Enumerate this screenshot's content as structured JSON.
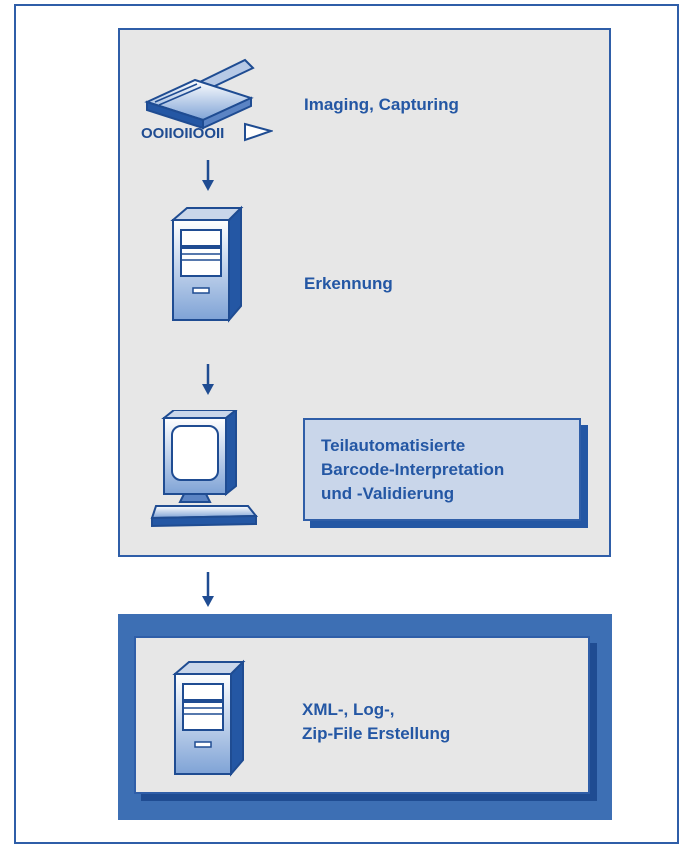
{
  "steps": [
    {
      "label": "Imaging, Capturing",
      "icon": "scanner-icon"
    },
    {
      "label": "Erkennung",
      "icon": "server-tower-icon"
    },
    {
      "label": "Teilautomatisierte\nBarcode-Interpretation\nund -Validierung",
      "icon": "computer-monitor-icon"
    }
  ],
  "output": {
    "label": "XML-, Log-,\nZip-File Erstellung",
    "icon": "server-tower-icon"
  },
  "binary_text": "OOIIOIIOOII",
  "colors": {
    "accent": "#2457a4",
    "panel": "#e7e7e7",
    "callout": "#c9d6ea",
    "output_frame": "#3d6fb4"
  }
}
